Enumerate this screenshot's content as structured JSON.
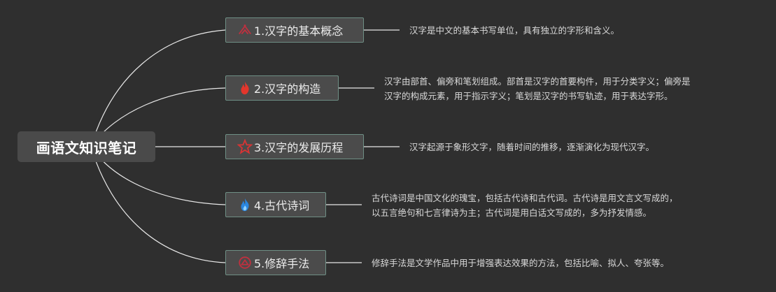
{
  "root": {
    "label": "画语文知识笔记"
  },
  "topics": [
    {
      "label": "1.汉字的基本概念",
      "icon": "hat-icon",
      "icon_color": "#c0303f",
      "note": [
        "汉字是中文的基本书写单位，具有独立的字形和含义。"
      ]
    },
    {
      "label": "2.汉字的构造",
      "icon": "fire-icon",
      "icon_color": "#e3362c",
      "note": [
        "汉字由部首、偏旁和笔划组成。部首是汉字的首要构件，用于分类字义；偏旁是",
        "汉字的构成元素，用于指示字义；笔划是汉字的书写轨迹，用于表达字形。"
      ]
    },
    {
      "label": "3.汉字的发展历程",
      "icon": "star-icon",
      "icon_color": "#d93434",
      "note": [
        "汉字起源于象形文字，随着时间的推移，逐渐演化为现代汉字。"
      ]
    },
    {
      "label": "4.古代诗词",
      "icon": "flame-blue-icon",
      "icon_color": "#2a86e0",
      "note": [
        "古代诗词是中国文化的瑰宝，包括古代诗和古代词。古代诗是用文言文写成的，",
        "以五言绝句和七言律诗为主；古代词是用白话文写成的，多为抒发情感。"
      ]
    },
    {
      "label": "5.修辞手法",
      "icon": "badge-icon",
      "icon_color": "#c0303f",
      "note": [
        "修辞手法是文学作品中用于增强表达效果的方法，包括比喻、拟人、夸张等。"
      ]
    }
  ]
}
